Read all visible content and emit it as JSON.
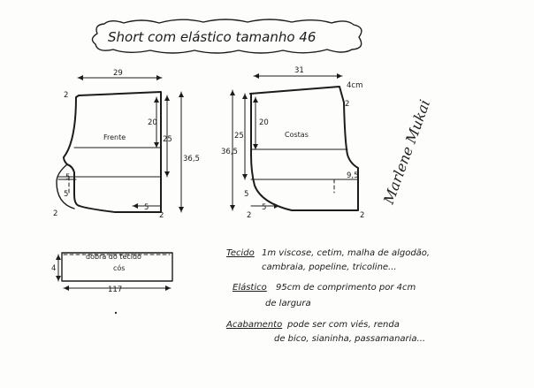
{
  "title": "Short com elástico tamanho 46",
  "front": {
    "label": "Frente",
    "top_width": "29",
    "waist_rise": "20",
    "length_short": "25",
    "length_full": "36,5",
    "waist_corner": "2",
    "crotch_ext": "5",
    "hem_seg": "5",
    "left_small": "5",
    "corner_a": "2",
    "corner_b": "2"
  },
  "back": {
    "label": "Costas",
    "top_width": "31",
    "top_raise": "4cm",
    "waist_rise": "20",
    "length_short": "25",
    "length_full": "36,5",
    "right_corner": "2",
    "crotch_ext": "9,5",
    "hem_seg": "5",
    "left_small": "5",
    "corner_a": "2",
    "corner_b": "2"
  },
  "waistband": {
    "fold_label": "dobra do tecido",
    "label": "cós",
    "height": "4",
    "width": "117"
  },
  "notes": {
    "fabric_key": "Tecido",
    "fabric_line1": "1m viscose, cetim, malha de algodão,",
    "fabric_line2": "cambraia, popeline, tricoline...",
    "elastic_key": "Elástico",
    "elastic_line1": "95cm de comprimento por 4cm",
    "elastic_line2": "de largura",
    "finish_key": "Acabamento",
    "finish_line1": "pode ser com viés, renda",
    "finish_line2": "de bico, sianinha, passamanaria..."
  },
  "signature": "Marlene Mukai"
}
